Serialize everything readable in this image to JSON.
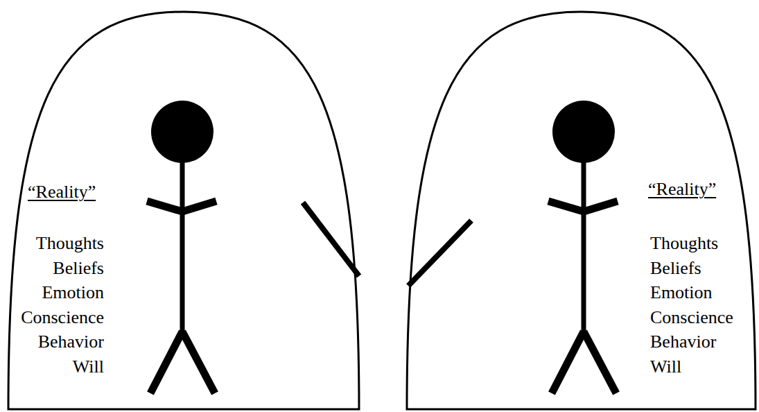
{
  "diagram": {
    "nodes": [
      {
        "text": [
          "“Reality”",
          "Thoughts",
          "Beliefs",
          "Emotion",
          "Conscience",
          "Behavior",
          "Will"
        ]
      },
      {
        "text": [
          "“Reality”",
          "Thoughts",
          "Beliefs",
          "Emotion",
          "Conscience",
          "Behavior",
          "Will"
        ]
      }
    ]
  }
}
